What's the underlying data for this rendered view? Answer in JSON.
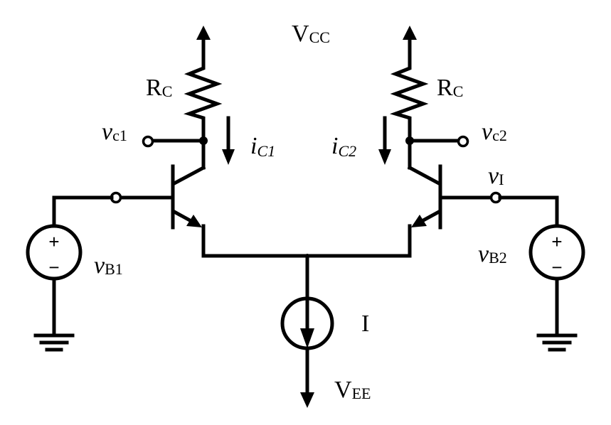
{
  "labels": {
    "vcc": {
      "main": "V",
      "sub": "CC"
    },
    "vee": {
      "main": "V",
      "sub": "EE"
    },
    "rc_left": {
      "main": "R",
      "sub": "C"
    },
    "rc_right": {
      "main": "R",
      "sub": "C"
    },
    "vc1": {
      "main": "v",
      "sub": "c1"
    },
    "vc2": {
      "main": "v",
      "sub": "c2"
    },
    "ic1": {
      "main": "i",
      "sub": "C1"
    },
    "ic2": {
      "main": "i",
      "sub": "C2"
    },
    "vi": {
      "main": "v",
      "sub": "I"
    },
    "vb1": {
      "main": "v",
      "sub": "B1"
    },
    "vb2": {
      "main": "v",
      "sub": "B2"
    },
    "current_source": "I",
    "plus": "+",
    "minus": "−"
  }
}
